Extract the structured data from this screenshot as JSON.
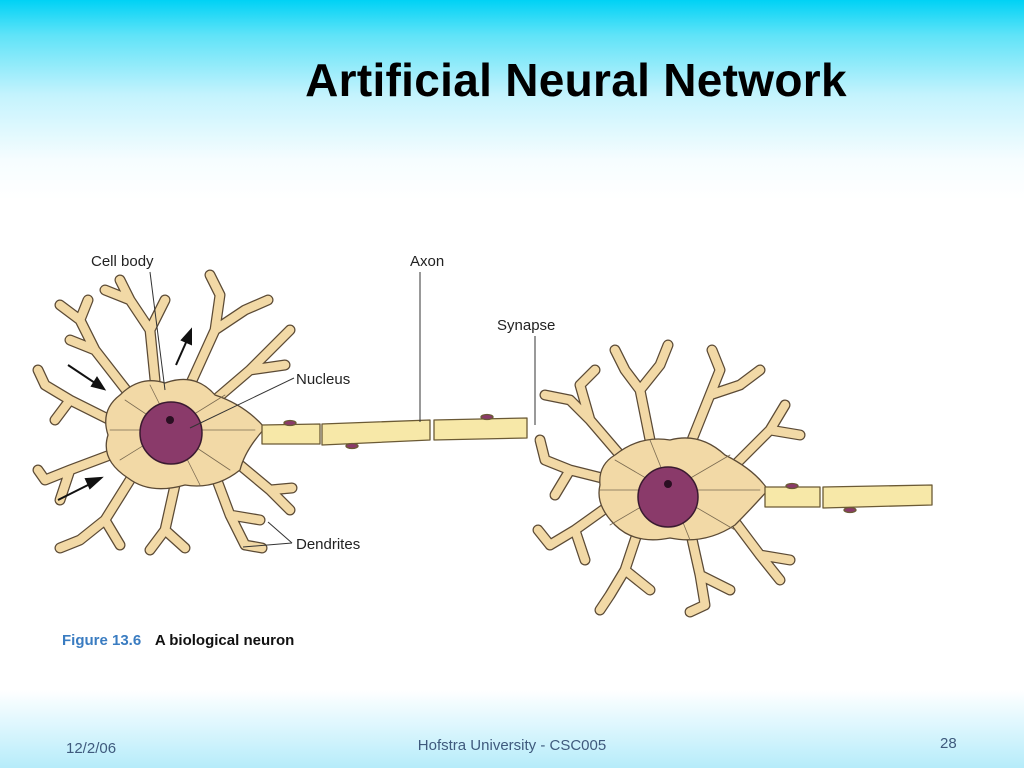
{
  "slide": {
    "title": "Artificial Neural Network",
    "figure": {
      "labels": {
        "cell_body": "Cell body",
        "axon": "Axon",
        "synapse": "Synapse",
        "nucleus": "Nucleus",
        "dendrites": "Dendrites"
      },
      "caption_number": "Figure 13.6",
      "caption_text": "A biological neuron",
      "colors": {
        "cell": "#f2d9a6",
        "cell_outline": "#5b4a35",
        "nucleus": "#8a3a6a",
        "axon": "#f7e8a8",
        "caption_accent": "#3a7cc1"
      }
    },
    "footer": {
      "date": "12/2/06",
      "center": "Hofstra University - CSC005",
      "page": "28"
    }
  }
}
